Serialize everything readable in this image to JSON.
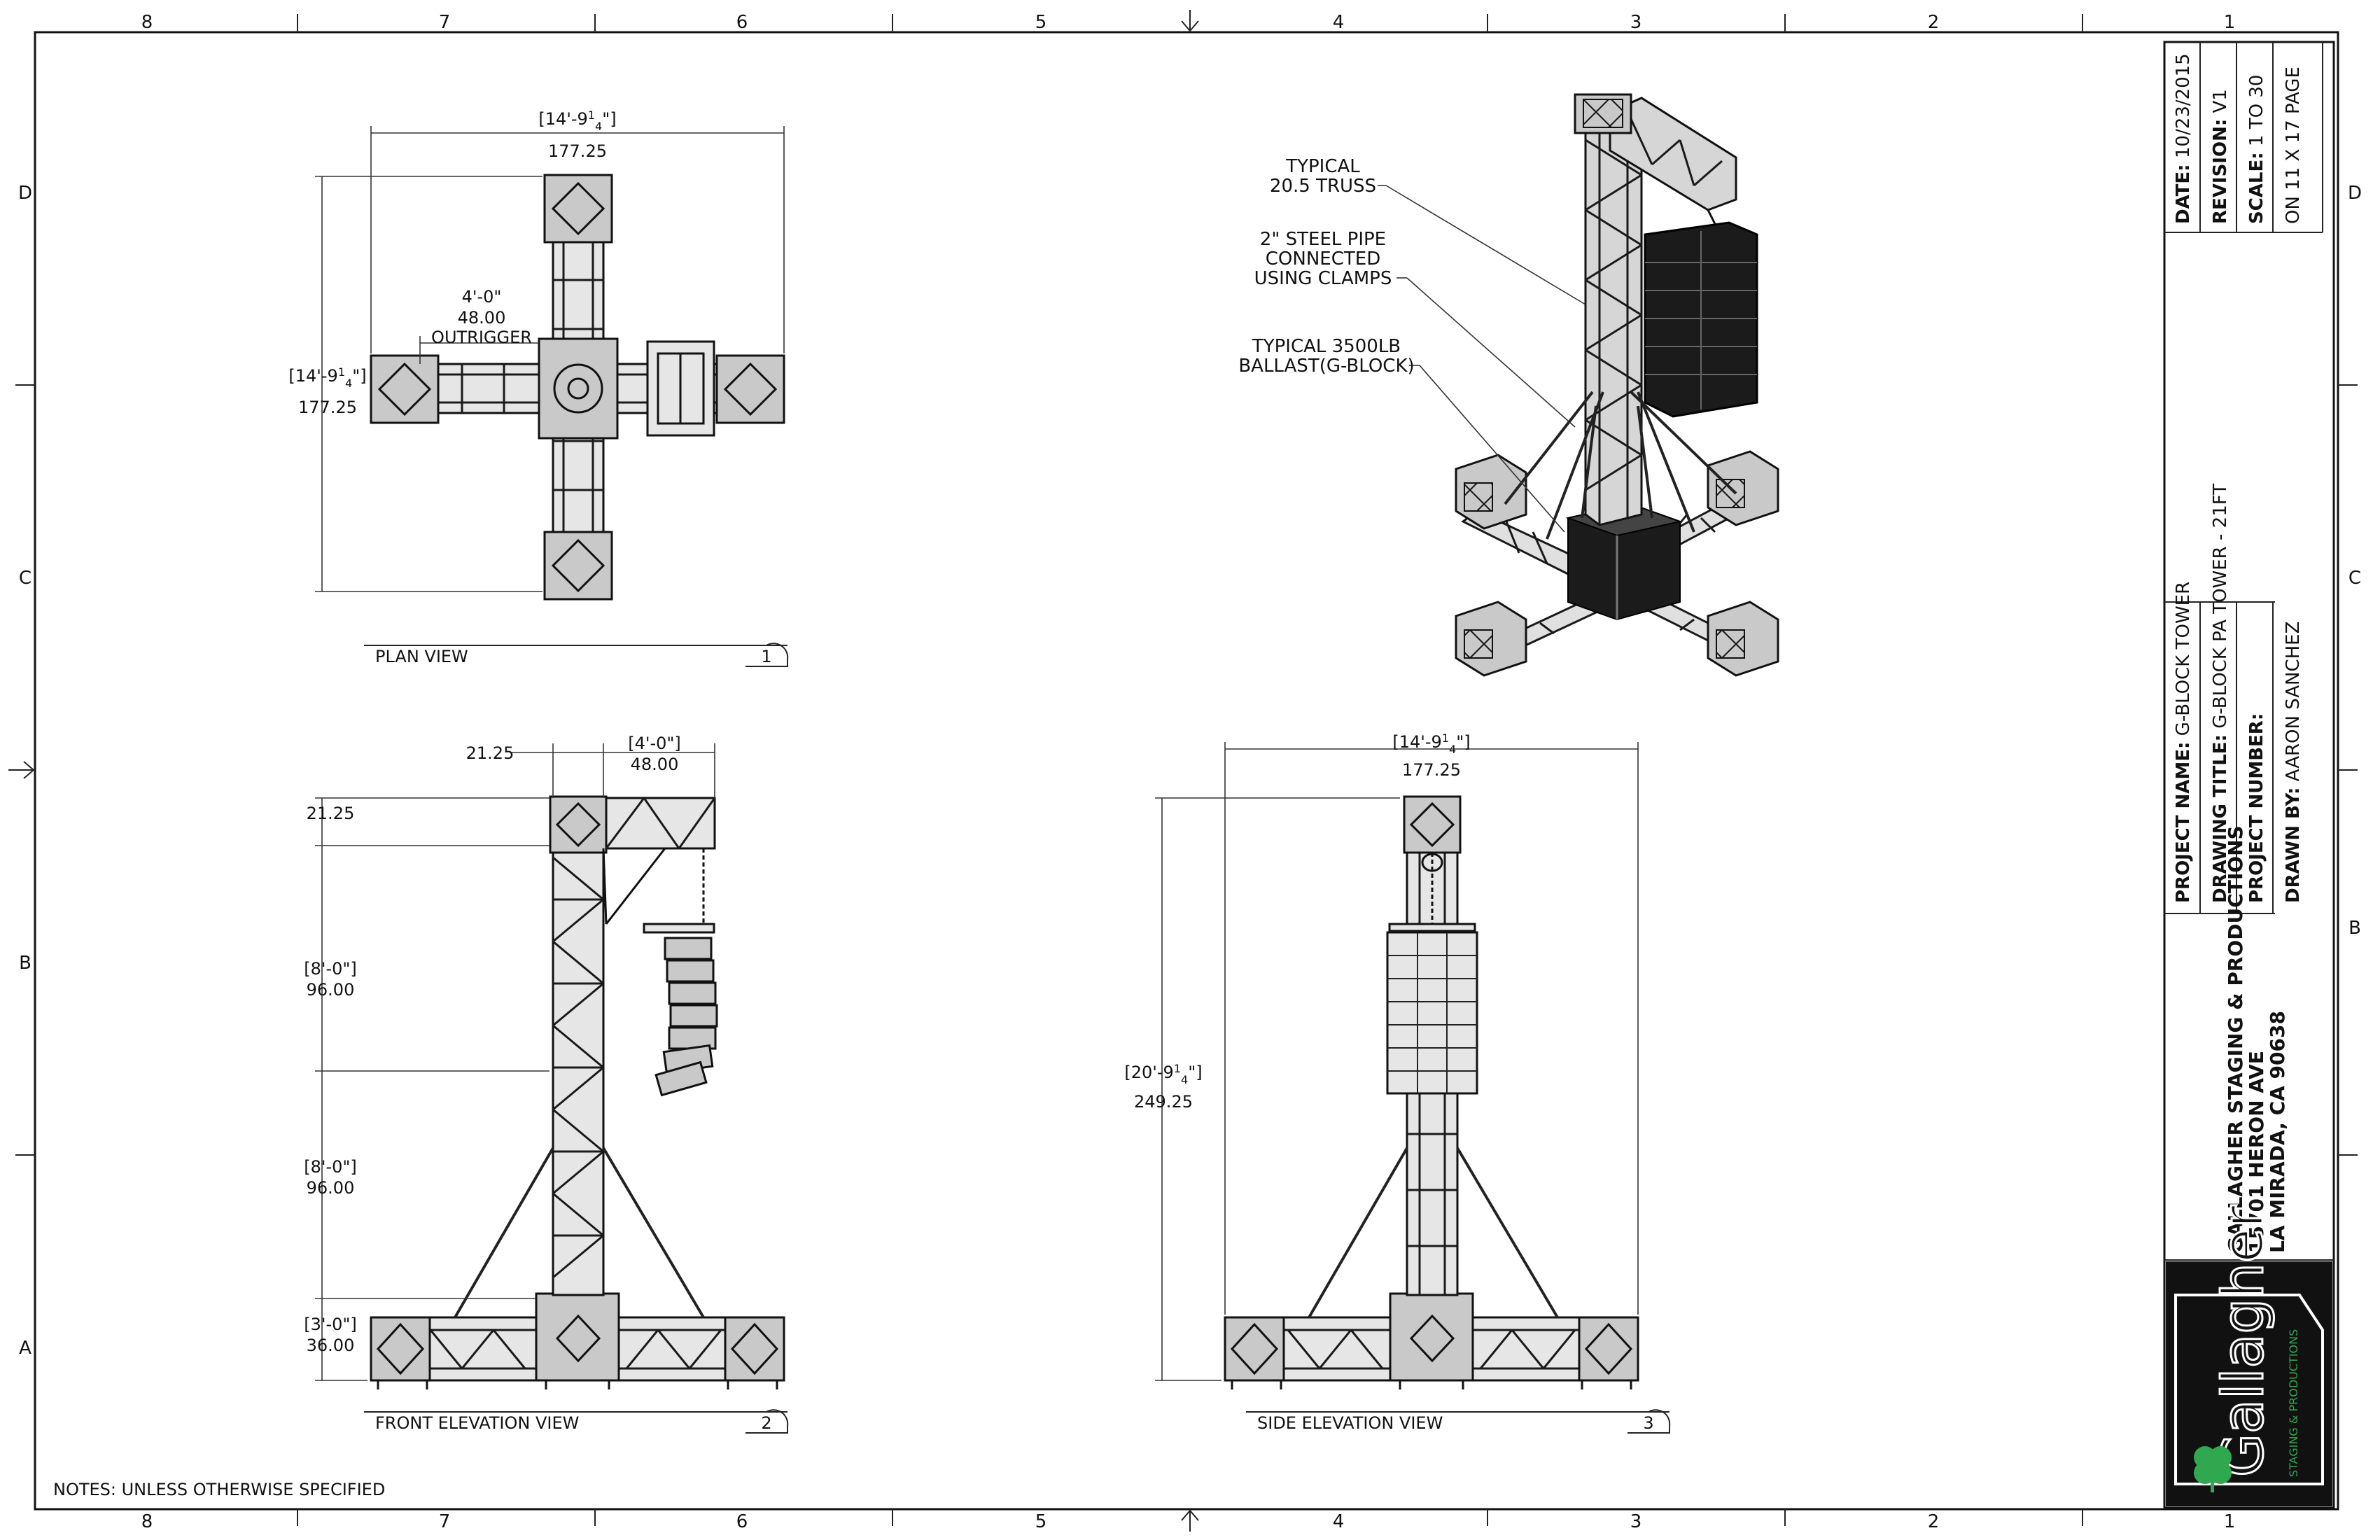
{
  "border": {
    "columns_top": [
      "8",
      "7",
      "6",
      "5",
      "4",
      "3",
      "2",
      "1"
    ],
    "columns_bottom": [
      "8",
      "7",
      "6",
      "5",
      "4",
      "3",
      "2",
      "1"
    ],
    "rows_left": [
      "D",
      "C",
      "B",
      "A"
    ],
    "rows_right": [
      "D",
      "C",
      "B"
    ]
  },
  "plan_view": {
    "title": "PLAN VIEW",
    "number": "1",
    "width_ftin": "14'-9",
    "width_frac_num": "1",
    "width_frac_den": "4",
    "width_in": "177.25",
    "height_ftin": "14'-9",
    "height_frac_num": "1",
    "height_frac_den": "4",
    "height_in": "177.25",
    "outrigger_ftin": "4'-0\"",
    "outrigger_in": "48.00",
    "outrigger_label": "OUTRIGGER"
  },
  "iso_view": {
    "callout_truss_1": "TYPICAL",
    "callout_truss_2": "20.5 TRUSS",
    "callout_pipe_1": "2\" STEEL PIPE",
    "callout_pipe_2": "CONNECTED",
    "callout_pipe_3": "USING CLAMPS",
    "callout_ballast_1": "TYPICAL 3500LB",
    "callout_ballast_2": "BALLAST(G-BLOCK)"
  },
  "front_view": {
    "title": "FRONT ELEVATION VIEW",
    "number": "2",
    "top_offset": "21.25",
    "side_offset": "21.25",
    "arm_ftin": "4'-0\"",
    "arm_in": "48.00",
    "seg1_ftin": "8'-0\"",
    "seg1_in": "96.00",
    "seg2_ftin": "8'-0\"",
    "seg2_in": "96.00",
    "seg3_ftin": "3'-0\"",
    "seg3_in": "36.00"
  },
  "side_view": {
    "title": "SIDE ELEVATION VIEW",
    "number": "3",
    "width_ftin": "14'-9",
    "width_frac_num": "1",
    "width_frac_den": "4",
    "width_in": "177.25",
    "height_ftin": "20'-9",
    "height_frac_num": "1",
    "height_frac_den": "4",
    "height_in": "249.25"
  },
  "notes": "NOTES: UNLESS OTHERWISE SPECIFIED",
  "title_block": {
    "date_label": "DATE:",
    "date_value": "10/23/2015",
    "revision_label": "REVISION:",
    "revision_value": "V1",
    "scale_label": "SCALE:",
    "scale_value": "1 TO 30",
    "scale_note": "ON 11 X 17 PAGE",
    "project_name_label": "PROJECT NAME:",
    "project_name_value": "G-BLOCK TOWER",
    "drawing_title_label": "DRAWING TITLE:",
    "drawing_title_value": "G-BLOCK PA TOWER - 21FT",
    "project_number_label": "PROJECT NUMBER:",
    "project_number_value": "",
    "drawn_by_label": "DRAWN BY:",
    "drawn_by_value": "AARON SANCHEZ",
    "company_line1": "GALLAGHER STAGING & PRODUCTIONS",
    "company_line2": "15701 HERON AVE",
    "company_line3": "LA MIRADA, CA 90638",
    "logo_text": "Gallagher",
    "logo_subtext": "STAGING & PRODUCTIONS"
  },
  "colors": {
    "ink": "#111111",
    "logo_bg": "#111111",
    "logo_green": "#2fa84f"
  }
}
